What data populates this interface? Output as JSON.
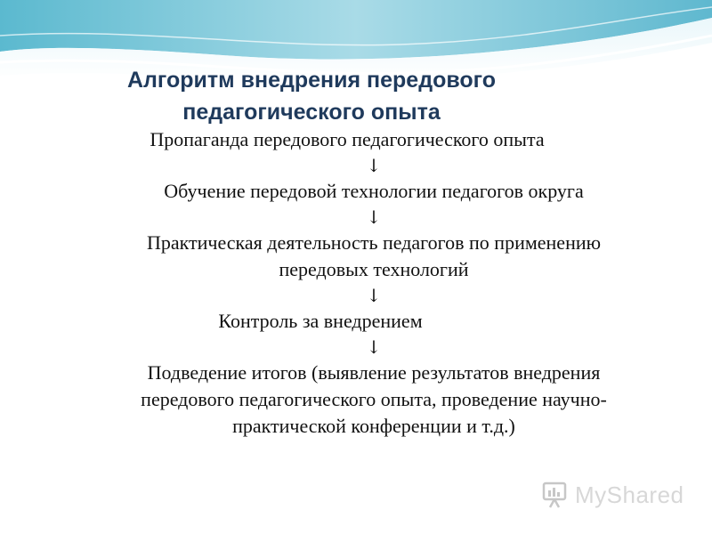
{
  "slide": {
    "title_line1": "Алгоритм внедрения передового",
    "title_line2": "педагогического опыта",
    "steps": [
      {
        "lines": [
          "Пропаганда передового педагогического опыта"
        ]
      },
      {
        "lines": [
          "Обучение передовой технологии педагогов округа"
        ]
      },
      {
        "lines": [
          "Практическая деятельность педагогов по применению",
          "передовых технологий"
        ]
      },
      {
        "lines": [
          "Контроль за внедрением"
        ]
      },
      {
        "lines": [
          "Подведение итогов (выявление результатов внедрения",
          "передового педагогического опыта, проведение научно-",
          "практической конференции и т.д.)"
        ]
      }
    ],
    "arrow": "↓"
  },
  "watermark": {
    "text": "MyShared",
    "icon": "myshared-logo-icon"
  },
  "colors": {
    "title": "#1f3a5c",
    "wave_light": "#d6eef4",
    "wave_mid": "#9fd3e2",
    "wave_dark": "#4fb0c9"
  }
}
